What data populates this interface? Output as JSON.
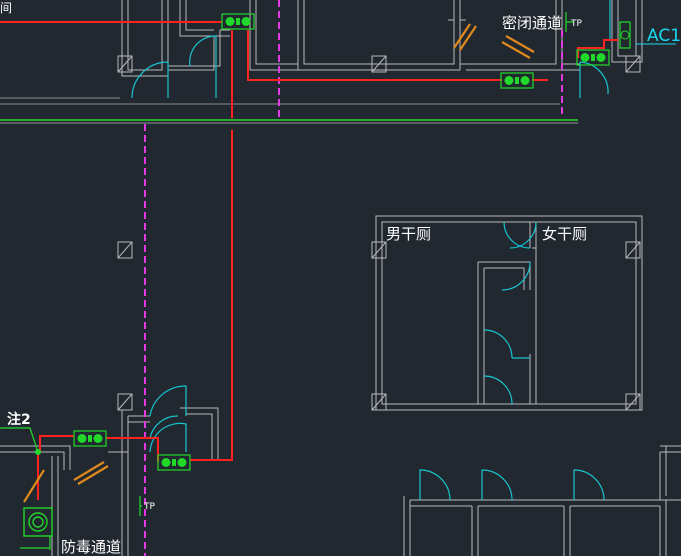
{
  "drawing": {
    "background_color": "#212830",
    "colors": {
      "wall": "#b9b9b9",
      "door": "#19c3cf",
      "power": "#ff2020",
      "dashed": "#e23ae0",
      "green": "#22d82a",
      "orange": "#e08a1e",
      "label": "#ffffff",
      "label_cyan": "#19d6ef"
    }
  },
  "labels": {
    "top_left": "间",
    "airlock_passage": "密闭通道",
    "ac_tag": "AC1",
    "mens_toilet": "男干厕",
    "womens_toilet": "女干厕",
    "note": "注2",
    "decon_passage": "防毒通道"
  },
  "tags": {
    "tp_top": "TP",
    "tp_bottom": "TP"
  }
}
